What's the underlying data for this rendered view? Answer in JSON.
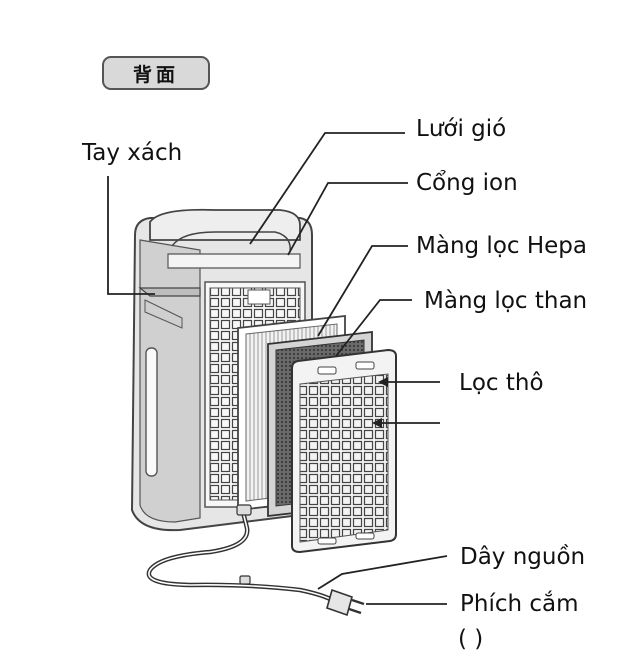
{
  "badge": "背面",
  "labels": {
    "handle": "Tay xách",
    "grille": "Lưới gió",
    "ion": "Cổng ion",
    "hepa": "Màng lọc Hepa",
    "carbon": "Màng lọc than",
    "prefilter": "Lọc thô",
    "cord": "Dây nguồn",
    "plug": "Phích cắm",
    "plug_suffix": "(        )"
  }
}
